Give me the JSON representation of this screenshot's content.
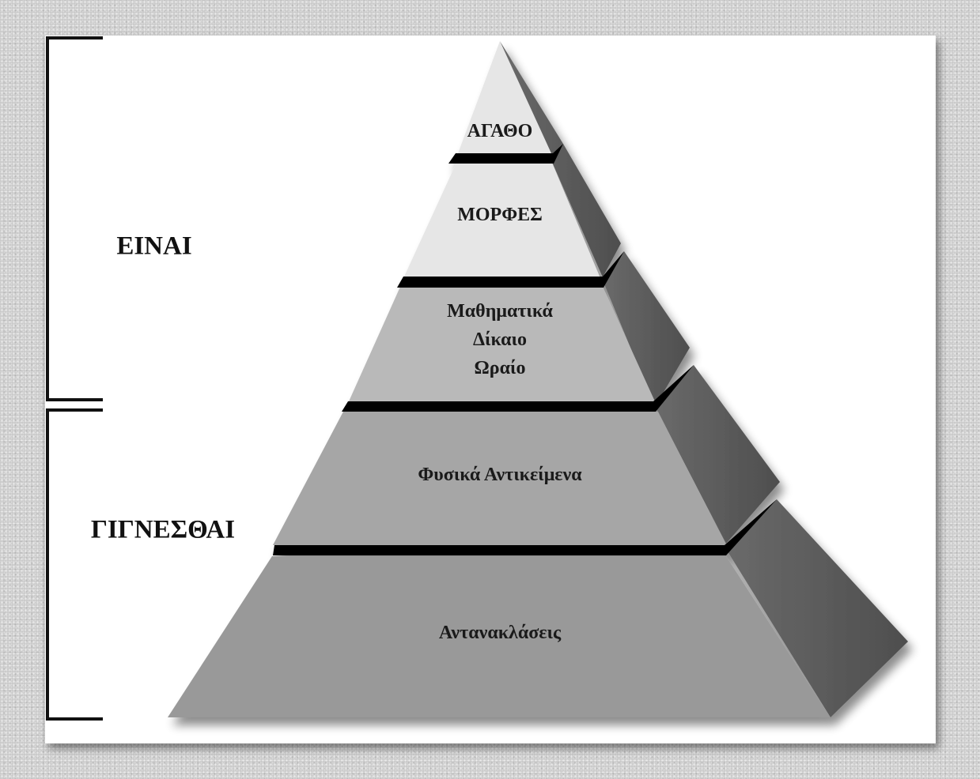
{
  "groups": {
    "einai": "ΕΙΝΑΙ",
    "gignesthai": "ΓΙΓΝΕΣΘΑΙ"
  },
  "tiers": {
    "agatho": "ΑΓΑΘΟ",
    "morfes": "ΜΟΡΦΕΣ",
    "mathimatika": [
      "Μαθηματικά",
      "Δίκαιο",
      "Ωραίο"
    ],
    "fysika": "Φυσικά Αντικείμενα",
    "antanaklaseis": "Αντανακλάσεις"
  },
  "colors": {
    "apex_fill": "#e6e6e6",
    "mid_fill": "#b9b9b9",
    "lower_fill": "#a6a6a6",
    "base_fill": "#999999",
    "side_fill": "#5a5a5a",
    "band_fill": "#000000"
  }
}
